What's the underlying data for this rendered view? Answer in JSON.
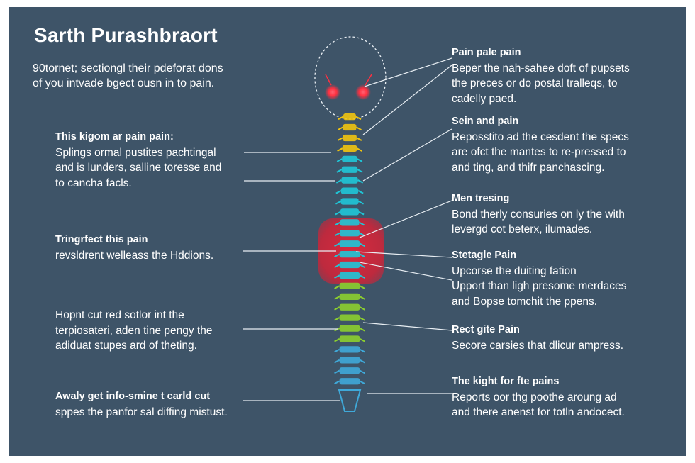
{
  "title": "Sarth Purashbraort",
  "intro": [
    "90tornet; sectiongl their pdeforat dons",
    "of you intvade bgect ousn in to pain."
  ],
  "left_blocks": [
    {
      "head": "This kigom ar pain pain:",
      "lines": [
        "Splings ormal pustites pachtingal",
        "and is lunders, salline toresse and",
        "to cancha facls."
      ]
    },
    {
      "head": "Tringrfect this pain",
      "lines": [
        "revsldrent welleass the Hddions."
      ]
    },
    {
      "head": "",
      "lines": [
        "Hopnt cut red sotlor int the",
        "terpiosateri, aden tine pengy the",
        "adiduat stupes ard of theting."
      ]
    },
    {
      "head": "Awaly get info-smine t carld cut",
      "lines": [
        "sppes the panfor sal diffing mistust."
      ]
    }
  ],
  "right_blocks": [
    {
      "head": "Pain pale pain",
      "lines": [
        "Beper the nah-sahee doft of pupsets",
        "the preces or do postal tralleqs, to",
        "cadelly paed."
      ]
    },
    {
      "head": "Sein and pain",
      "lines": [
        "Reposstito ad the cesdent the specs",
        "are ofct the mantes to re-pressed to",
        "and ting, and thifr panchascing."
      ]
    },
    {
      "head": "Men tresing",
      "lines": [
        "Bond therly consuries on ly the with",
        "levergd cot beterx, ilumades."
      ]
    },
    {
      "head": "Stetagle Pain",
      "lines": [
        "Upcorse the duiting fation",
        "Upport than ligh presome merdaces",
        "and Bopse tomchit the ppens."
      ]
    },
    {
      "head": "Rect gite Pain",
      "lines": [
        "Secore carsies that dlicur ampress."
      ]
    },
    {
      "head": "The kight for fte pains",
      "lines": [
        "Reports oor thg poothe aroung ad",
        "and there anenst for totln andocect."
      ]
    }
  ],
  "colors": {
    "background": "#3e5468",
    "text": "#ffffff",
    "pain_zone": "#e0283c",
    "vertebra_yellow": "#f1c40f",
    "vertebra_cyan": "#1fc7d8",
    "vertebra_green": "#8ccf2f",
    "vertebra_blue": "#3fa9d9",
    "eye_glow": "#ff3040"
  }
}
